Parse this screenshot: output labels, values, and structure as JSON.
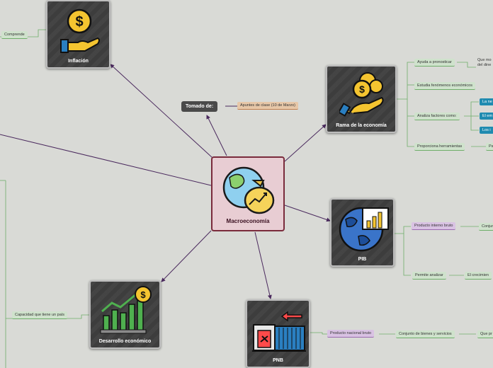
{
  "center": {
    "title": "Macroeconomía"
  },
  "topics": {
    "inflacion": "Inflación",
    "rama": "Rama de la economía",
    "pib": "PIB",
    "pnb": "PNB",
    "desarrollo": "Desarrollo económico"
  },
  "tomado": {
    "label": "Tomado de:",
    "source": "Apuntes de clase (10 de Marzo)"
  },
  "labels": {
    "comprende": "Comprende",
    "ayuda": "Ayuda a pronosticar",
    "que_mo": "Que mo",
    "del_dine": "del dine",
    "estudia": "Estudia fenómenos económicos",
    "analiza": "Analiza factores como:",
    "la_ne": "La ne",
    "el_em": "El em",
    "los_i": "Los i",
    "proporciona": "Proporciona herramientas",
    "pa": "Pa",
    "producto_interno": "Producto interno bruto",
    "conjun": "Conjun",
    "permite": "Permite analizar",
    "el_crecimien": "El crecimien",
    "capacidad": "Capacidad que tiene un país",
    "producto_nacional": "Producto nacional bruto",
    "conjunto_bienes": "Conjunto de bienes y servicios",
    "que_pr": "Que pr"
  },
  "colors": {
    "line": "#4b2a5e",
    "center_border": "#7a2b3c",
    "topic_bg": "#3d3d3d"
  }
}
